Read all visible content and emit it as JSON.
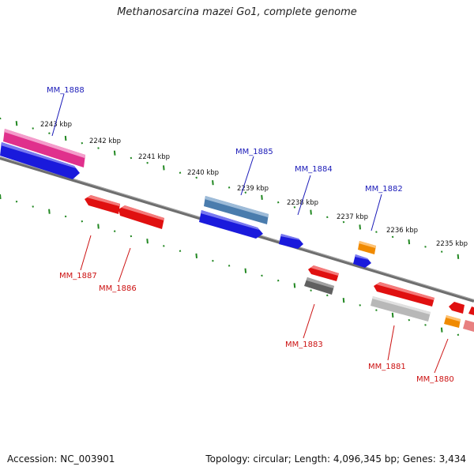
{
  "title": "Methanosarcina mazei Go1, complete genome",
  "footer": {
    "accession": "Accession: NC_003901",
    "stats": "Topology: circular; Length: 4,096,345 bp; Genes: 3,434"
  },
  "kbp_ticks": [
    "2243 kbp",
    "2242 kbp",
    "2241 kbp",
    "2240 kbp",
    "2239 kbp",
    "2238 kbp",
    "2237 kbp",
    "2236 kbp",
    "2235 kbp"
  ],
  "genes_top": [
    "MM_1888",
    "MM_1885",
    "MM_1884",
    "MM_1882"
  ],
  "genes_bottom": [
    "MM_1887",
    "MM_1886",
    "MM_1883",
    "MM_1881",
    "MM_1880"
  ],
  "colors": {
    "blue": "#1a1adc",
    "red": "#e01010",
    "pink": "#e0308c",
    "steel": "#4a7cad",
    "orange": "#f08a00",
    "gray": "#606060",
    "silver": "#b8b8b8",
    "lightred": "#e88080",
    "track": "#777777",
    "tick": "#228822"
  }
}
